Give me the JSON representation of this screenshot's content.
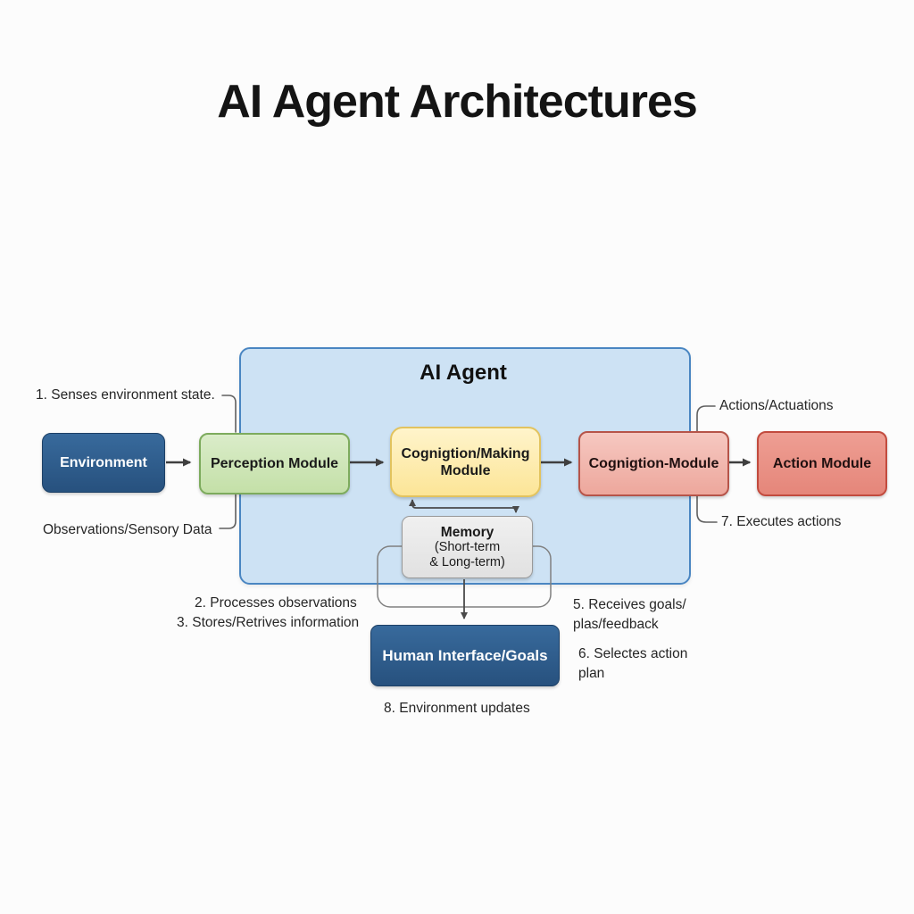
{
  "title": "AI Agent Architectures",
  "diagram": {
    "container_label": "AI Agent",
    "nodes": {
      "environment": {
        "label": "Environment",
        "fill": "#2d5a88"
      },
      "perception": {
        "label": "Perception Module",
        "fill": "#cde6b7",
        "border": "#7dab5d"
      },
      "cognition_making": {
        "label_line1": "Cognigtion/Making",
        "label_line2": "Module",
        "fill": "#fdeca4",
        "border": "#e2c35e"
      },
      "cognition_module": {
        "label": "Cognigtion-Module",
        "fill": "#f1b2aa",
        "border": "#b65449"
      },
      "action": {
        "label": "Action Module",
        "fill": "#ea9388",
        "border": "#c24b3e"
      },
      "memory": {
        "title": "Memory",
        "line2": "(Short-term",
        "line3": "& Long-term)",
        "fill": "#ebebeb",
        "border": "#999999"
      },
      "human": {
        "label": "Human Interface/Goals",
        "fill": "#2a567f"
      }
    },
    "annotations": {
      "step1": "1. Senses environment state.",
      "observations": "Observations/Sensory Data",
      "step2": "2. Processes observations",
      "step3": "3. Stores/Retrives information",
      "step5_line1": "5. Receives goals/",
      "step5_line2": "plas/feedback",
      "step6_line1": "6. Selectes action",
      "step6_line2": "plan",
      "step7": "7. Executes actions",
      "actions_label": "Actions/Actuations",
      "step8": "8. Environment updates"
    },
    "colors": {
      "container_fill": "#cde2f4",
      "container_border": "#4a86c2",
      "navy_box": "#2d5a88",
      "arrow": "#3f3f3f",
      "bracket_line": "#5f5f5f"
    }
  }
}
